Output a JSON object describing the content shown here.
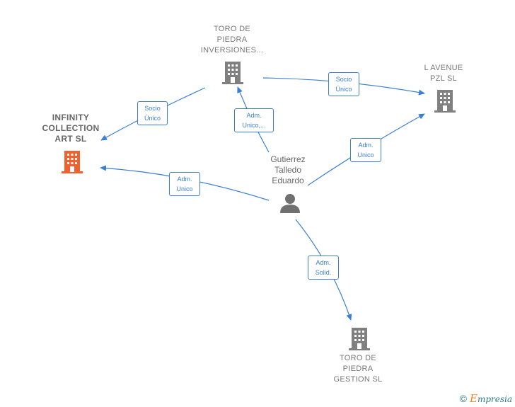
{
  "nodes": {
    "infinity": {
      "label": "INFINITY\nCOLLECTION\nART  SL"
    },
    "toro_inversiones": {
      "label": "TORO DE\nPIEDRA\nINVERSIONES..."
    },
    "avenue": {
      "label": "L AVENUE\nPZL  SL"
    },
    "toro_gestion": {
      "label": "TORO DE\nPIEDRA\nGESTION  SL"
    },
    "person": {
      "label": "Gutierrez\nTalledo\nEduardo"
    }
  },
  "edges": {
    "toro_to_infinity": "Socio\nÚnico",
    "toro_to_avenue": "Socio\nÚnico",
    "person_to_toro": "Adm.\nUnico,...",
    "person_to_avenue": "Adm.\nUnico",
    "person_to_infinity": "Adm.\nUnico",
    "person_to_gestion": "Adm.\nSolid."
  },
  "brand": {
    "copyright": "©",
    "e": "E",
    "name": "mpresia"
  },
  "colors": {
    "edge": "#3a7fd5",
    "building": "#808080",
    "building_main": "#f0622d",
    "person": "#707070"
  }
}
